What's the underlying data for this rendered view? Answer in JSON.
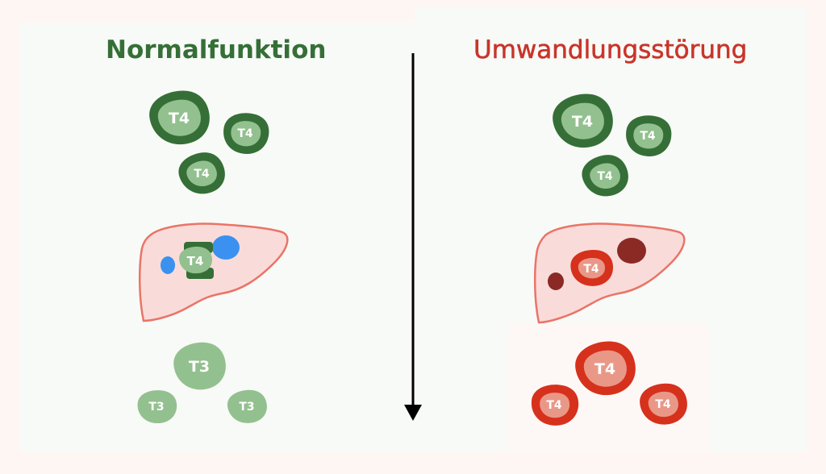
{
  "diagram": {
    "left_panel": {
      "title": "Normalfunktion",
      "title_color": "#356f37",
      "top_cells": [
        {
          "label": "T4",
          "size": "large"
        },
        {
          "label": "T4",
          "size": "small"
        },
        {
          "label": "T4",
          "size": "small"
        }
      ],
      "liver": {
        "cell_label": "T4",
        "enzyme_color": "#3a91f0",
        "state": "converting"
      },
      "bottom_cells": [
        {
          "label": "T3",
          "size": "large"
        },
        {
          "label": "T3",
          "size": "small"
        },
        {
          "label": "T3",
          "size": "small"
        }
      ]
    },
    "right_panel": {
      "title": "Umwandlungsstörung",
      "title_color": "#c9352a",
      "top_cells": [
        {
          "label": "T4",
          "size": "large"
        },
        {
          "label": "T4",
          "size": "small"
        },
        {
          "label": "T4",
          "size": "small"
        }
      ],
      "liver": {
        "cell_label": "T4",
        "enzyme_color": "#8b2a24",
        "state": "blocked"
      },
      "bottom_cells": [
        {
          "label": "T4",
          "size": "large"
        },
        {
          "label": "T4",
          "size": "small"
        },
        {
          "label": "T4",
          "size": "small"
        }
      ]
    },
    "arrow": {
      "direction": "down"
    },
    "colors": {
      "t4_outer": "#356f37",
      "t4_inner": "#93c08f",
      "t3_fill": "#93c08f",
      "bad_outer": "#d6311c",
      "bad_inner": "#e99888",
      "liver_fill": "#f9dcd9",
      "liver_stroke": "#ea7468"
    }
  }
}
